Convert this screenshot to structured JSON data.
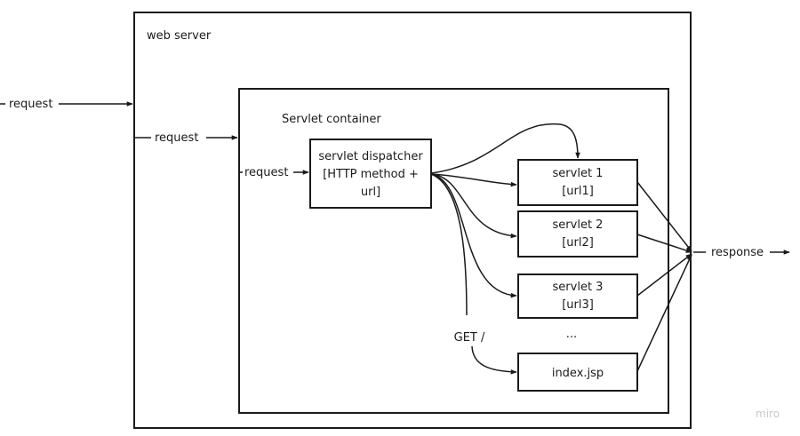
{
  "colors": {
    "stroke": "#1a1a1a",
    "text": "#1a1a1a",
    "watermark": "#c8c8c8",
    "background": "#ffffff"
  },
  "web_server": {
    "label": "web server"
  },
  "servlet_container": {
    "label": "Servlet container"
  },
  "dispatcher": {
    "line1": "servlet dispatcher",
    "line2": "[HTTP method +",
    "line3": "url]"
  },
  "servlets": [
    {
      "name": "servlet 1",
      "url": "[url1]"
    },
    {
      "name": "servlet 2",
      "url": "[url2]"
    },
    {
      "name": "servlet 3",
      "url": "[url3]"
    }
  ],
  "ellipsis": "...",
  "index_box": {
    "label": "index.jsp"
  },
  "edges": {
    "request_outer": "request",
    "request_to_container": "request",
    "request_to_dispatcher": "request",
    "get_route": "GET /",
    "response": "response"
  },
  "watermark": "miro",
  "icons": {
    "watermark": "miro-logo-icon"
  }
}
